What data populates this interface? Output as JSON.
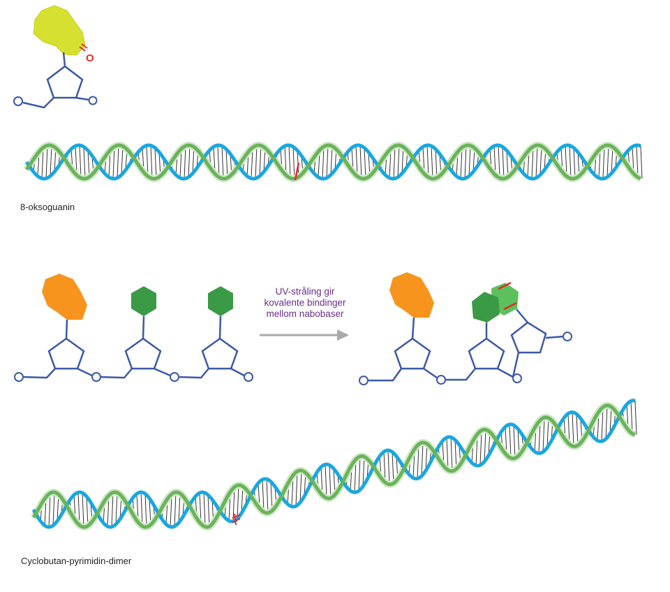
{
  "labels": {
    "oxoguanine": "8-oksoguanin",
    "dimer": "Cyclobutan-pyrimidin-dimer"
  },
  "reaction": {
    "caption_lines": [
      "UV-stråling gir",
      "kovalente bindinger",
      "mellom nabobaser"
    ]
  },
  "colors": {
    "backbone": "#3b58a8",
    "strand_blue": "#19a7e0",
    "strand_green": "#6bb35a",
    "base_yellow": "#d6e030",
    "base_orange": "#f7941d",
    "base_green": "#3a9a46",
    "base_light_green": "#5cc15c",
    "lesion_red": "#e6262c",
    "arrow": "#a9a9a9",
    "caption": "#6a2d8c"
  }
}
